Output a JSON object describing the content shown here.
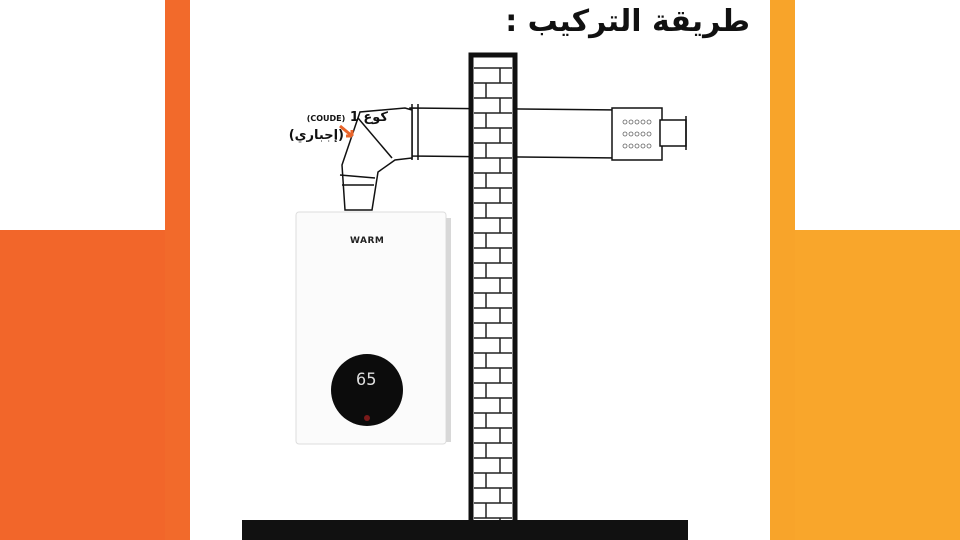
{
  "title": "طريقة التركيب :",
  "elbow_label": {
    "arabic": "كوع 1",
    "french": "(COUDE)",
    "note": "(إجباري)"
  },
  "heater": {
    "brand": "WARM",
    "display_temp": "65"
  },
  "colors": {
    "left_orange": "#f2662a",
    "right_orange": "#f9a62b",
    "arrow": "#e8642a"
  }
}
